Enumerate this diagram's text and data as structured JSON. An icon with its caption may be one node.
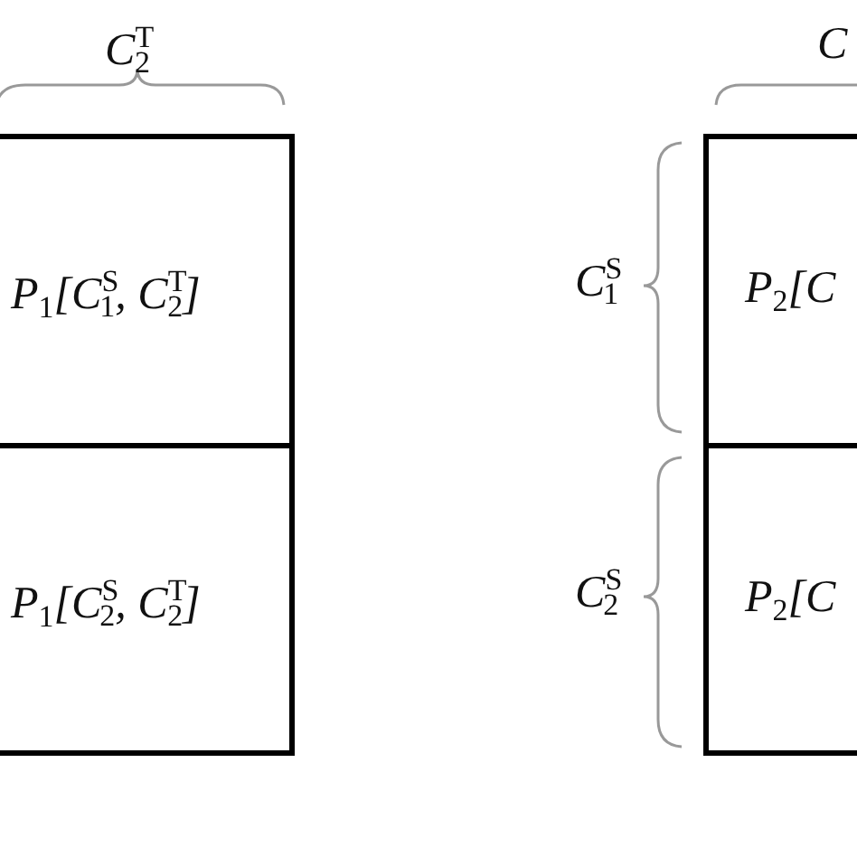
{
  "diagram": {
    "nodes": [
      {
        "text": [
          "P$_{1}$[C$^{S}$$_{1}$, C$^{T}$$_{2}$]"
        ]
      },
      {
        "text": [
          "P$_{1}$[C$^{S}$$_{2}$, C$^{T}$$_{2}$]"
        ]
      },
      {
        "text": [
          "P$_{2}$[C"
        ]
      },
      {
        "text": [
          "P$_{2}$[C"
        ]
      }
    ],
    "labels": [
      "C$^{T}$$_{2}$",
      "C",
      "C$^{S}$$_{1}$",
      "C$^{S}$$_{2}$"
    ]
  }
}
